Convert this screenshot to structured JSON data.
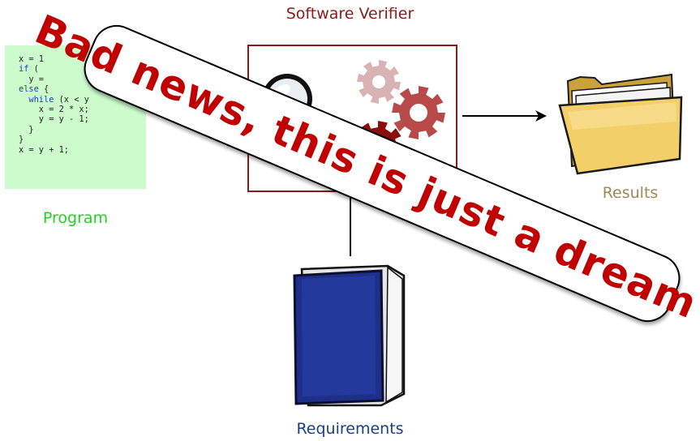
{
  "verifier": {
    "title": "Software Verifier"
  },
  "program": {
    "title": "Program",
    "code_lines": [
      [
        {
          "t": "x = 1"
        }
      ],
      [
        {
          "t": "if",
          "kw": true
        },
        {
          "t": " ("
        }
      ],
      [
        {
          "t": "  y ="
        }
      ],
      [
        {
          "t": "else",
          "kw": true
        },
        {
          "t": " {"
        }
      ],
      [
        {
          "t": "  "
        },
        {
          "t": "while",
          "kw": true
        },
        {
          "t": " (x < y"
        }
      ],
      [
        {
          "t": "    x = 2 * x;"
        }
      ],
      [
        {
          "t": "    y = y - 1;"
        }
      ],
      [
        {
          "t": "  }"
        }
      ],
      [
        {
          "t": "}"
        }
      ],
      [
        {
          "t": "x = y + 1;"
        }
      ]
    ]
  },
  "results": {
    "title": "Results"
  },
  "requirements": {
    "title": "Requirements"
  },
  "banner": {
    "text": "Bad news, this is just a dream !"
  },
  "colors": {
    "verifier": "#8b1a1a",
    "program": "#1fd41f",
    "program_bg": "#ccfccc",
    "results": "#a08858",
    "requirements": "#1c3d8a",
    "banner_text": "#c00000",
    "keyword": "#1f3fbf"
  },
  "icons": [
    "magnifier-icon",
    "gear-icon",
    "folder-icon",
    "book-icon",
    "arrow-icon"
  ]
}
